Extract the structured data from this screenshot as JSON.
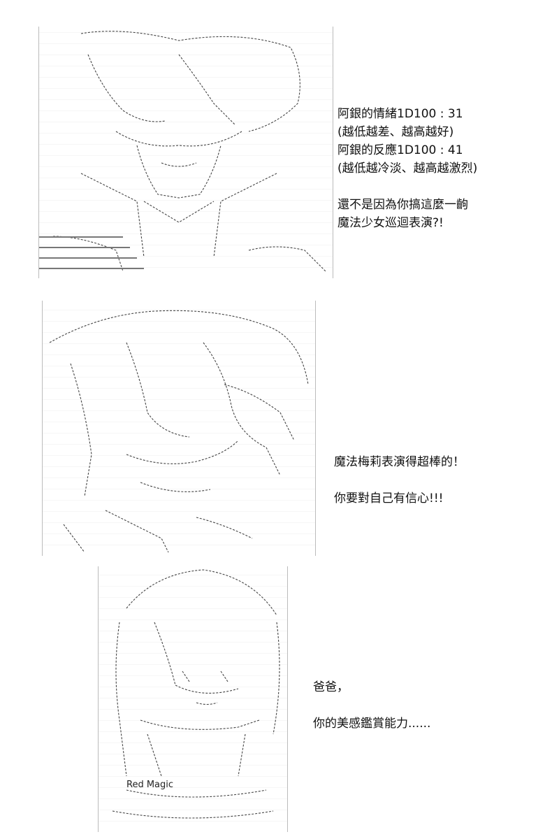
{
  "panels": [
    {
      "lines": [
        "阿銀的情緒1D100 : 31",
        "(越低越差、越高越好)",
        "阿銀的反應1D100 : 41",
        "(越低越冷淡、越高越激烈)",
        "",
        "還不是因為你搞這麼一齣",
        "魔法少女巡迴表演?!"
      ]
    },
    {
      "lines": [
        "魔法梅莉表演得超棒的！",
        "",
        "你要對自己有信心!!!"
      ]
    },
    {
      "lines": [
        "爸爸，",
        "",
        "你的美感鑑賞能力......"
      ],
      "art_label": "Red Magic"
    }
  ]
}
